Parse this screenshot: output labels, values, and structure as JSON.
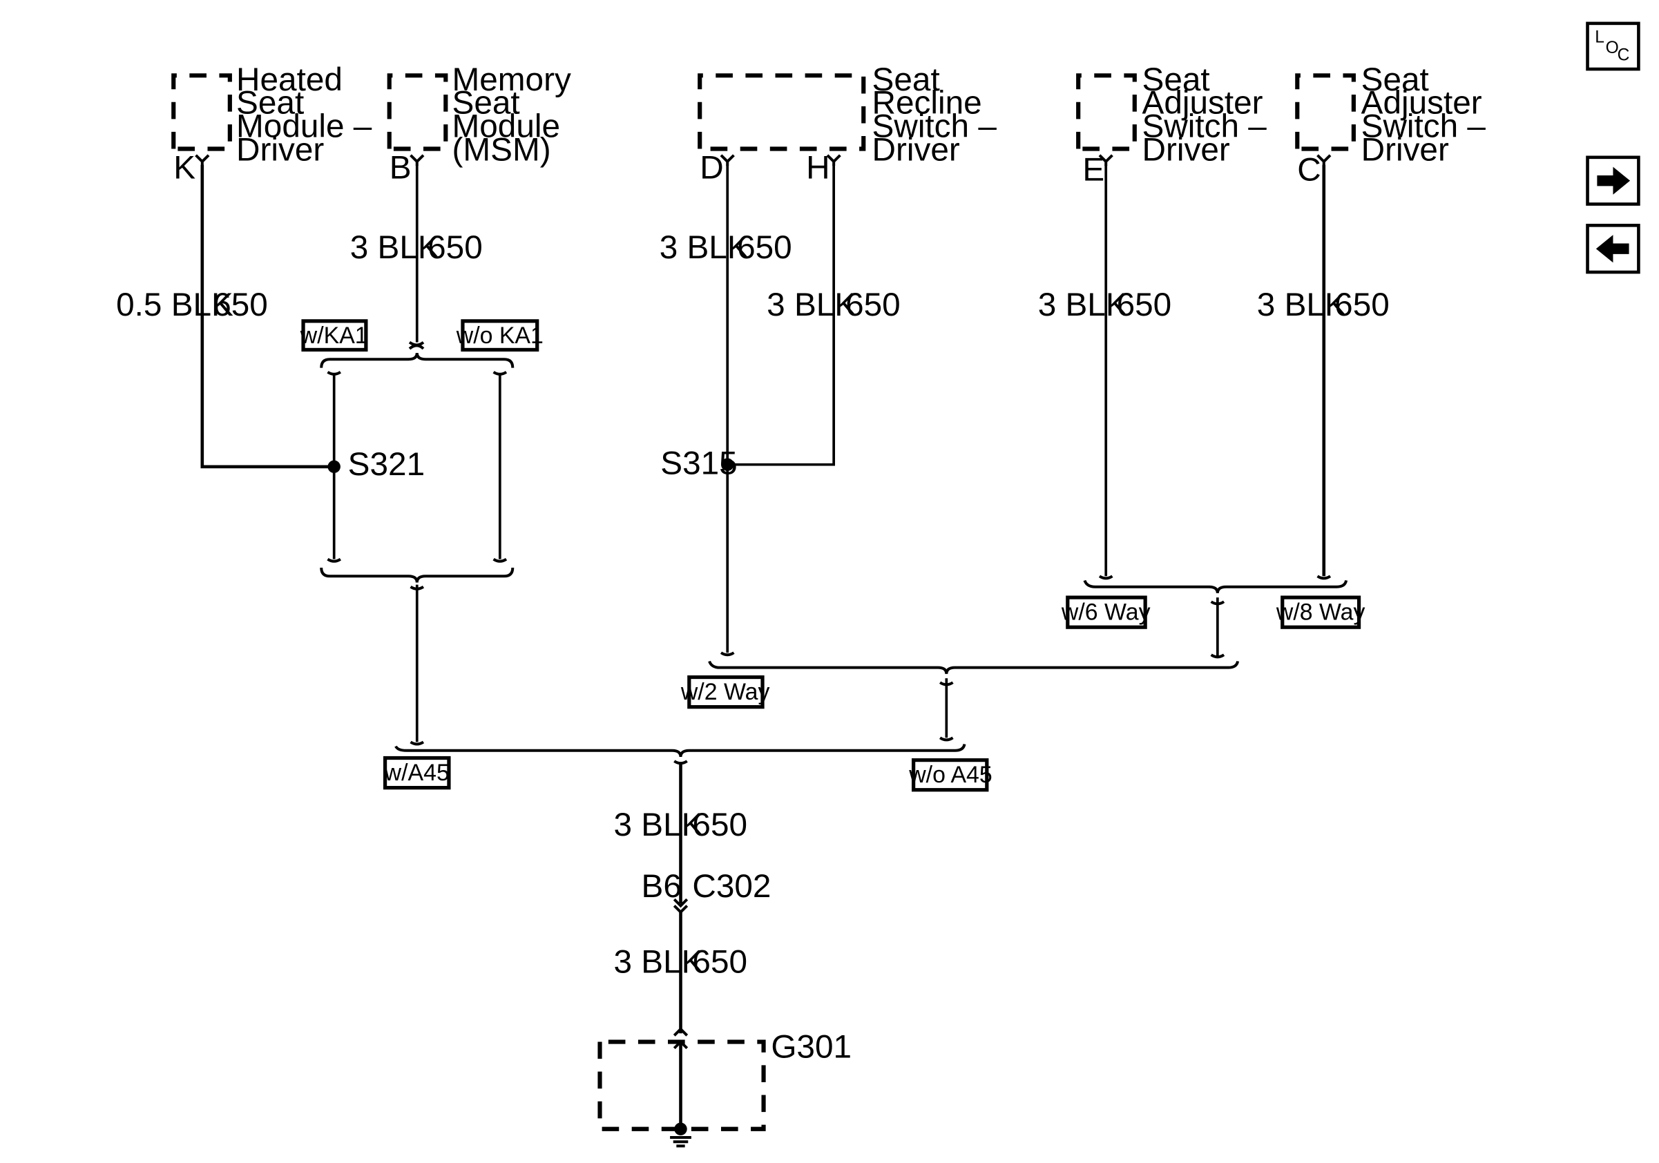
{
  "components": {
    "heated_seat_module": {
      "lines": [
        "Heated",
        "Seat",
        "Module –",
        "Driver"
      ],
      "pin": "K"
    },
    "memory_seat_module": {
      "lines": [
        "Memory",
        "Seat",
        "Module",
        "(MSM)"
      ],
      "pin": "B"
    },
    "seat_recline_switch": {
      "lines": [
        "Seat",
        "Recline",
        "Switch –",
        "Driver"
      ],
      "pins": [
        "D",
        "H"
      ]
    },
    "seat_adjuster_switch_e": {
      "lines": [
        "Seat",
        "Adjuster",
        "Switch –",
        "Driver"
      ],
      "pin": "E"
    },
    "seat_adjuster_switch_c": {
      "lines": [
        "Seat",
        "Adjuster",
        "Switch –",
        "Driver"
      ],
      "pin": "C"
    }
  },
  "wires": {
    "k_wire": {
      "gauge": "0.5 BLK",
      "circuit": "650"
    },
    "b_wire": {
      "gauge": "3 BLK",
      "circuit": "650"
    },
    "d_wire": {
      "gauge": "3 BLK",
      "circuit": "650"
    },
    "h_wire": {
      "gauge": "3 BLK",
      "circuit": "650"
    },
    "e_wire": {
      "gauge": "3 BLK",
      "circuit": "650"
    },
    "c_wire": {
      "gauge": "3 BLK",
      "circuit": "650"
    },
    "main_upper": {
      "gauge": "3 BLK",
      "circuit": "650"
    },
    "main_lower": {
      "gauge": "3 BLK",
      "circuit": "650"
    }
  },
  "splices": {
    "s321": "S321",
    "s315": "S315"
  },
  "options": {
    "w_ka1": "w/KA1",
    "wo_ka1": "w/o KA1",
    "w_6way": "w/6 Way",
    "w_8way": "w/8 Way",
    "w_2way": "w/2 Way",
    "w_a45": "w/A45",
    "wo_a45": "w/o A45"
  },
  "connector": {
    "pin": "B6",
    "name": "C302"
  },
  "ground": {
    "name": "G301"
  },
  "nav": {
    "loc_icon": "location-icon",
    "next_icon": "arrow-right-icon",
    "prev_icon": "arrow-left-icon"
  }
}
